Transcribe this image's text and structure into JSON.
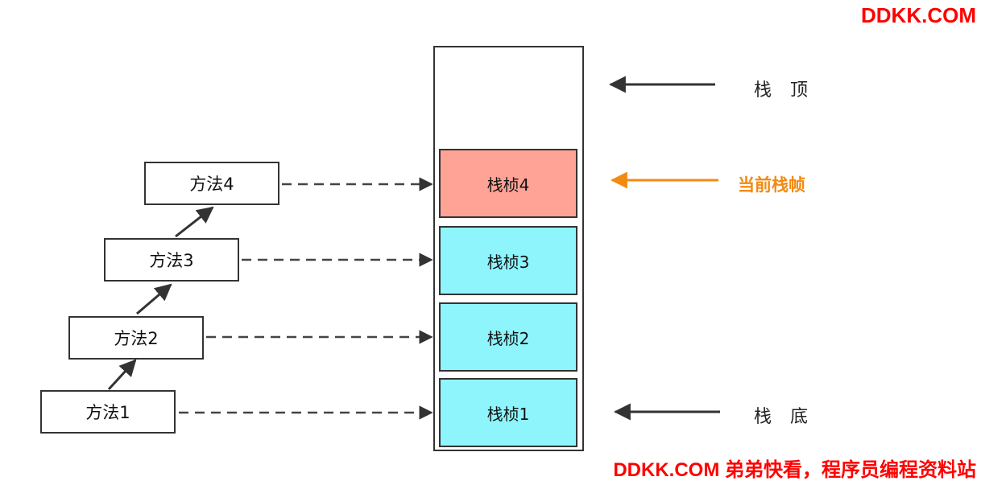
{
  "watermark_top": "DDKK.COM",
  "watermark_bottom": "DDKK.COM 弟弟快看，程序员编程资料站",
  "methods": [
    "方法1",
    "方法2",
    "方法3",
    "方法4"
  ],
  "frames": [
    "栈桢1",
    "栈桢2",
    "栈桢3",
    "栈桢4"
  ],
  "labels": {
    "stack_top": "栈 顶",
    "current_frame": "当前栈帧",
    "stack_bottom": "栈 底"
  },
  "colors": {
    "current_frame_fill": "#ffa396",
    "frame_fill": "#8ef5fd",
    "current_accent": "#f28a12",
    "watermark": "#ff0000"
  }
}
